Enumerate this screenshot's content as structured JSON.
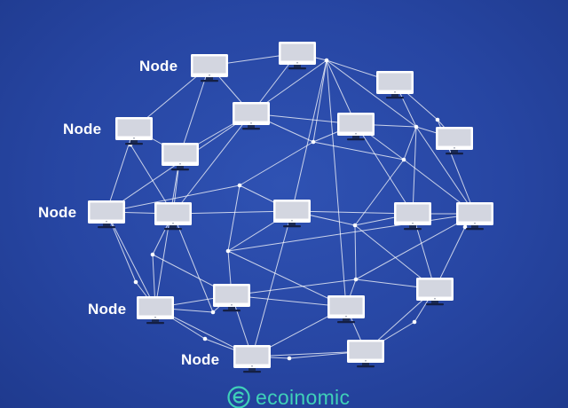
{
  "labels": [
    {
      "id": "label-1",
      "text": "Node"
    },
    {
      "id": "label-2",
      "text": "Node"
    },
    {
      "id": "label-3",
      "text": "Node"
    },
    {
      "id": "label-4",
      "text": "Node"
    },
    {
      "id": "label-5",
      "text": "Node"
    }
  ],
  "brand": {
    "text": "ecoinomic",
    "icon": "ecoinomic-logo-icon",
    "color": "#3fd0b8"
  },
  "colors": {
    "background": "#2746a3",
    "line": "#ffffff",
    "monitor_frame": "#ffffff",
    "monitor_screen": "#d3d6e0",
    "brand": "#3fd0b8"
  }
}
